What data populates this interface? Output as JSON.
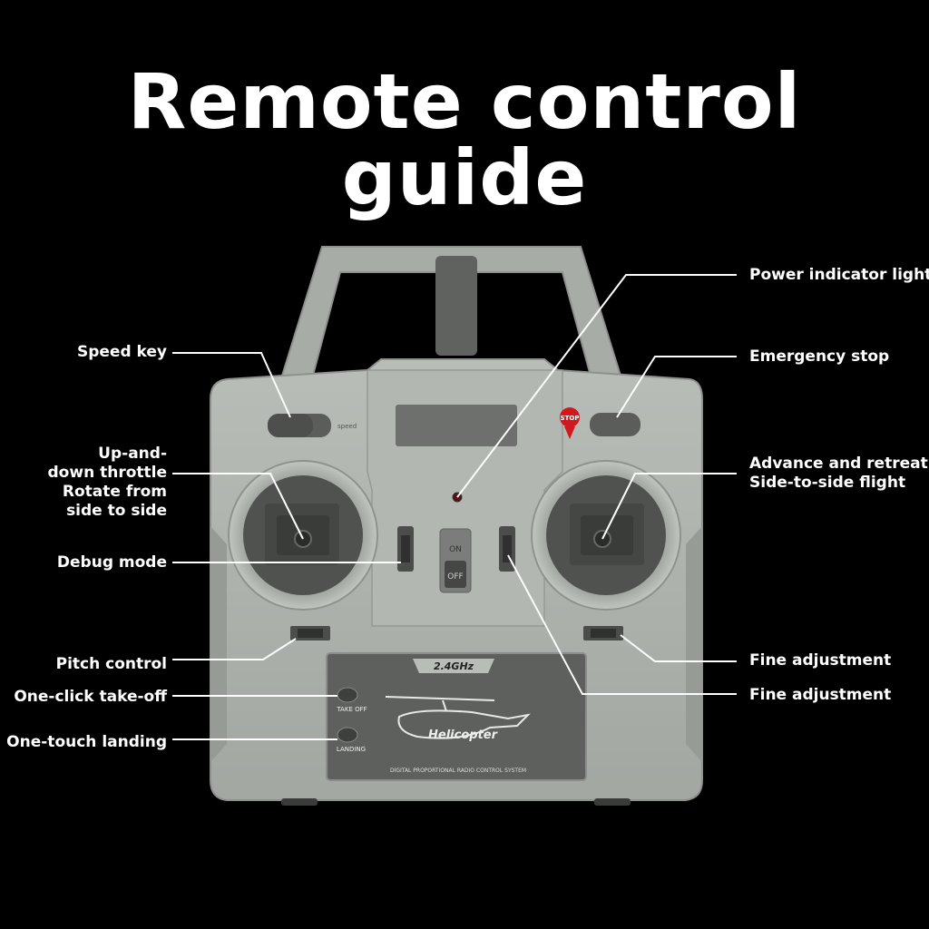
{
  "title": "Remote control guide",
  "controller": {
    "band": "2.4GHz",
    "brand": "Helicopter",
    "system": "DIGITAL PROPORTIONAL RADIO CONTROL SYSTEM",
    "take_off": "TAKE OFF",
    "landing": "LANDING",
    "stop": "STOP",
    "on": "ON",
    "off": "OFF",
    "speed": "speed"
  },
  "labels": {
    "speed_key": "Speed key",
    "throttle_1": "Up-and-",
    "throttle_2": "down throttle",
    "throttle_3": "Rotate from",
    "throttle_4": "side to side",
    "debug_mode": "Debug mode",
    "pitch_control": "Pitch control",
    "one_click_takeoff": "One-click take-off",
    "one_touch_landing": "One-touch landing",
    "power_indicator": "Power indicator light",
    "emergency_stop": "Emergency stop",
    "advance_1": "Advance and retreat",
    "advance_2": "Side-to-side flight",
    "fine_adjust_1": "Fine adjustment",
    "fine_adjust_2": "Fine adjustment"
  }
}
